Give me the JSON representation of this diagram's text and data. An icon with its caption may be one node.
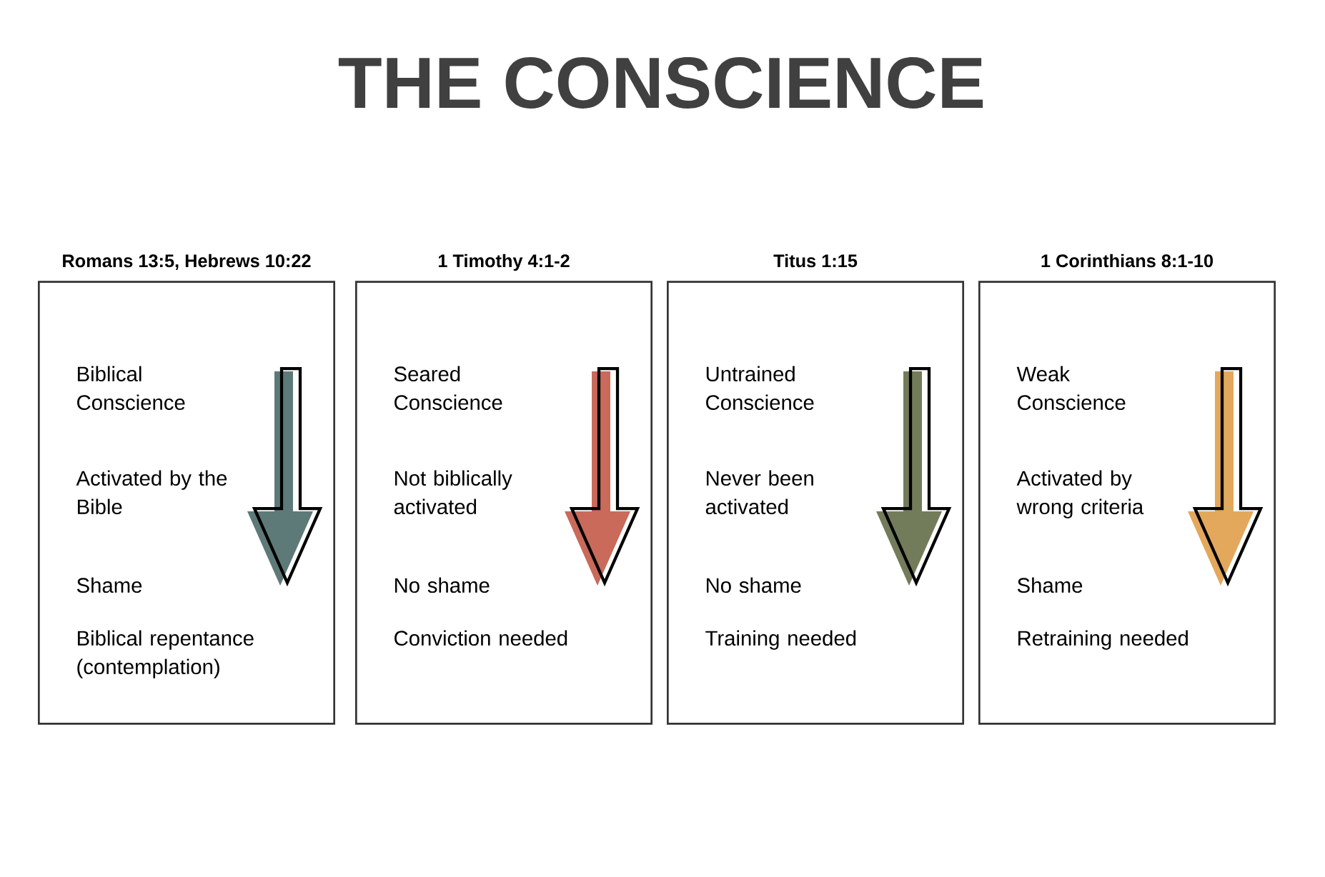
{
  "diagram": {
    "title": "THE CONSCIENCE",
    "nodes": [
      {
        "text": [
          "Romans 13:5, Hebrews 10:22",
          "Biblical Conscience",
          "Activated by the Bible",
          "Shame",
          "Biblical repentance (contemplation)"
        ]
      },
      {
        "text": [
          "1 Timothy 4:1-2",
          "Seared Conscience",
          "Not biblically activated",
          "No shame",
          "Conviction needed"
        ]
      },
      {
        "text": [
          "Titus 1:15",
          "Untrained Conscience",
          "Never been activated",
          "No shame",
          "Training needed"
        ]
      },
      {
        "text": [
          "1 Corinthians 8:1-10",
          "Weak Conscience",
          "Activated by wrong criteria",
          "Shame",
          "Retraining needed"
        ]
      }
    ]
  }
}
